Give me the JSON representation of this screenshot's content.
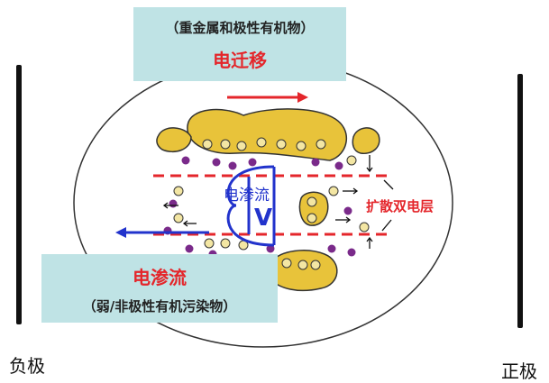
{
  "labels": {
    "top_sub": "（重金属和极性有机物）",
    "top_main": "电迁移",
    "bottom_main": "电渗流",
    "bottom_sub": "（弱/非极性有机污染物）",
    "neg_pole": "负极",
    "pos_pole": "正极",
    "double_layer": "扩散双电层",
    "inner_label": "电渗流",
    "v_symbol": "V"
  },
  "colors": {
    "box_bg": "#bfe3e5",
    "red": "#e4262b",
    "blue": "#2233cc",
    "particle": "#e8c33a",
    "ion": "#7a2a8a"
  }
}
